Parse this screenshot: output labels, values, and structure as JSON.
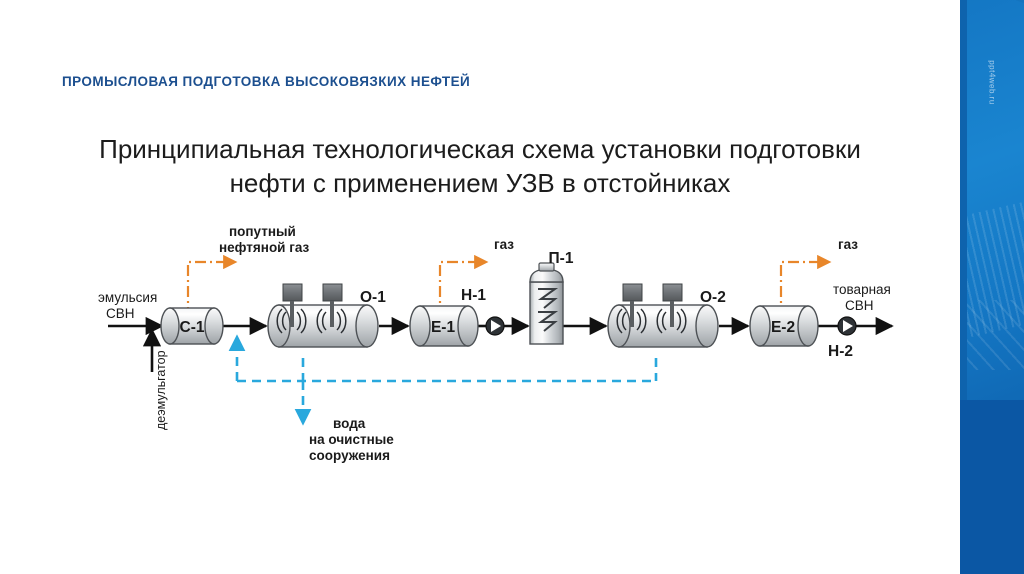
{
  "slide": {
    "eyebrow": "ПРОМЫСЛОВАЯ ПОДГОТОВКА ВЫСОКОВЯЗКИХ НЕФТЕЙ",
    "title_line1": "Принципиальная технологическая схема установки подготовки",
    "title_line2": "нефти с применением УЗВ в отстойниках",
    "watermark": "ppt4web.ru"
  },
  "colors": {
    "heading_blue": "#1c4f8f",
    "panel_blue": "#0b5ca8",
    "panel_blue_light": "#1a85d0",
    "gas_orange": "#e8862a",
    "water_blue": "#29a8dd",
    "flow_black": "#111111",
    "vessel_gray": "#c9ccce"
  },
  "diagram": {
    "equipment": [
      {
        "tag": "С-1",
        "name": "separator-c1",
        "type": "horizontal-vessel"
      },
      {
        "tag": "О-1",
        "name": "settler-o1",
        "type": "ultrasonic-settler"
      },
      {
        "tag": "Е-1",
        "name": "tank-e1",
        "type": "horizontal-vessel"
      },
      {
        "tag": "Н-1",
        "name": "pump-h1",
        "type": "pump"
      },
      {
        "tag": "П-1",
        "name": "heater-p1",
        "type": "furnace"
      },
      {
        "tag": "О-2",
        "name": "settler-o2",
        "type": "ultrasonic-settler"
      },
      {
        "tag": "Е-2",
        "name": "tank-e2",
        "type": "horizontal-vessel"
      },
      {
        "tag": "Н-2",
        "name": "pump-h2",
        "type": "pump"
      }
    ],
    "stream_labels": {
      "inlet_line1": "эмульсия",
      "inlet_line2": "СВН",
      "demulsifier": "деэмульгатор",
      "assoc_gas_line1": "попутный",
      "assoc_gas_line2": "нефтяной газ",
      "gas_e1": "газ",
      "gas_e2": "газ",
      "product_line1": "товарная",
      "product_line2": "СВН",
      "water_line1": "вода",
      "water_line2": "на очистные",
      "water_line3": "сооружения"
    }
  }
}
